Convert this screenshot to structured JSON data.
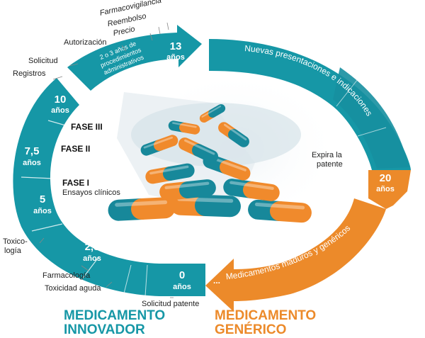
{
  "colors": {
    "teal": "#1697a6",
    "teal_dark": "#0e7f8d",
    "orange": "#ec8a2a",
    "capsule_orange": "#f08a2c",
    "capsule_teal": "#17889a"
  },
  "milestones": {
    "y0": {
      "num": "0",
      "unit": "años"
    },
    "y25": {
      "num": "2,5",
      "unit": "años"
    },
    "y5": {
      "num": "5",
      "unit": "años"
    },
    "y75": {
      "num": "7,5",
      "unit": "años"
    },
    "y10": {
      "num": "10",
      "unit": "años"
    },
    "y13": {
      "num": "13",
      "unit": "años"
    },
    "y20": {
      "num": "20",
      "unit": "años"
    }
  },
  "phases": {
    "fase3": "FASE III",
    "fase2": "FASE II",
    "fase1": "FASE I",
    "ensayos": "Ensayos clínicos"
  },
  "labels": {
    "solicitud_patente": "Solicitud patente",
    "toxicidad_aguda": "Toxicidad aguda",
    "farmacologia": "Farmacología",
    "toxicologia_1": "Toxico-",
    "toxicologia_2": "logía",
    "registros": "Registros",
    "solicitud": "Solicitud",
    "autorizacion": "Autorización",
    "precio": "Precio",
    "reembolso": "Reembolso",
    "farmacovigilancia": "Farmacovigilancia",
    "expira_1": "Expira la",
    "expira_2": "patente",
    "procedimientos": [
      "2 o 3 años de",
      "procedimientos",
      "administrativos"
    ]
  },
  "bands": {
    "nuevas": "Nuevas presentaciones e indicaciones",
    "maduros": "Medicamentos maduros y genéricos",
    "dots": "..."
  },
  "footer": {
    "innovador_1": "MEDICAMENTO",
    "innovador_2": "INNOVADOR",
    "generico_1": "MEDICAMENTO",
    "generico_2": "GENÉRICO"
  }
}
